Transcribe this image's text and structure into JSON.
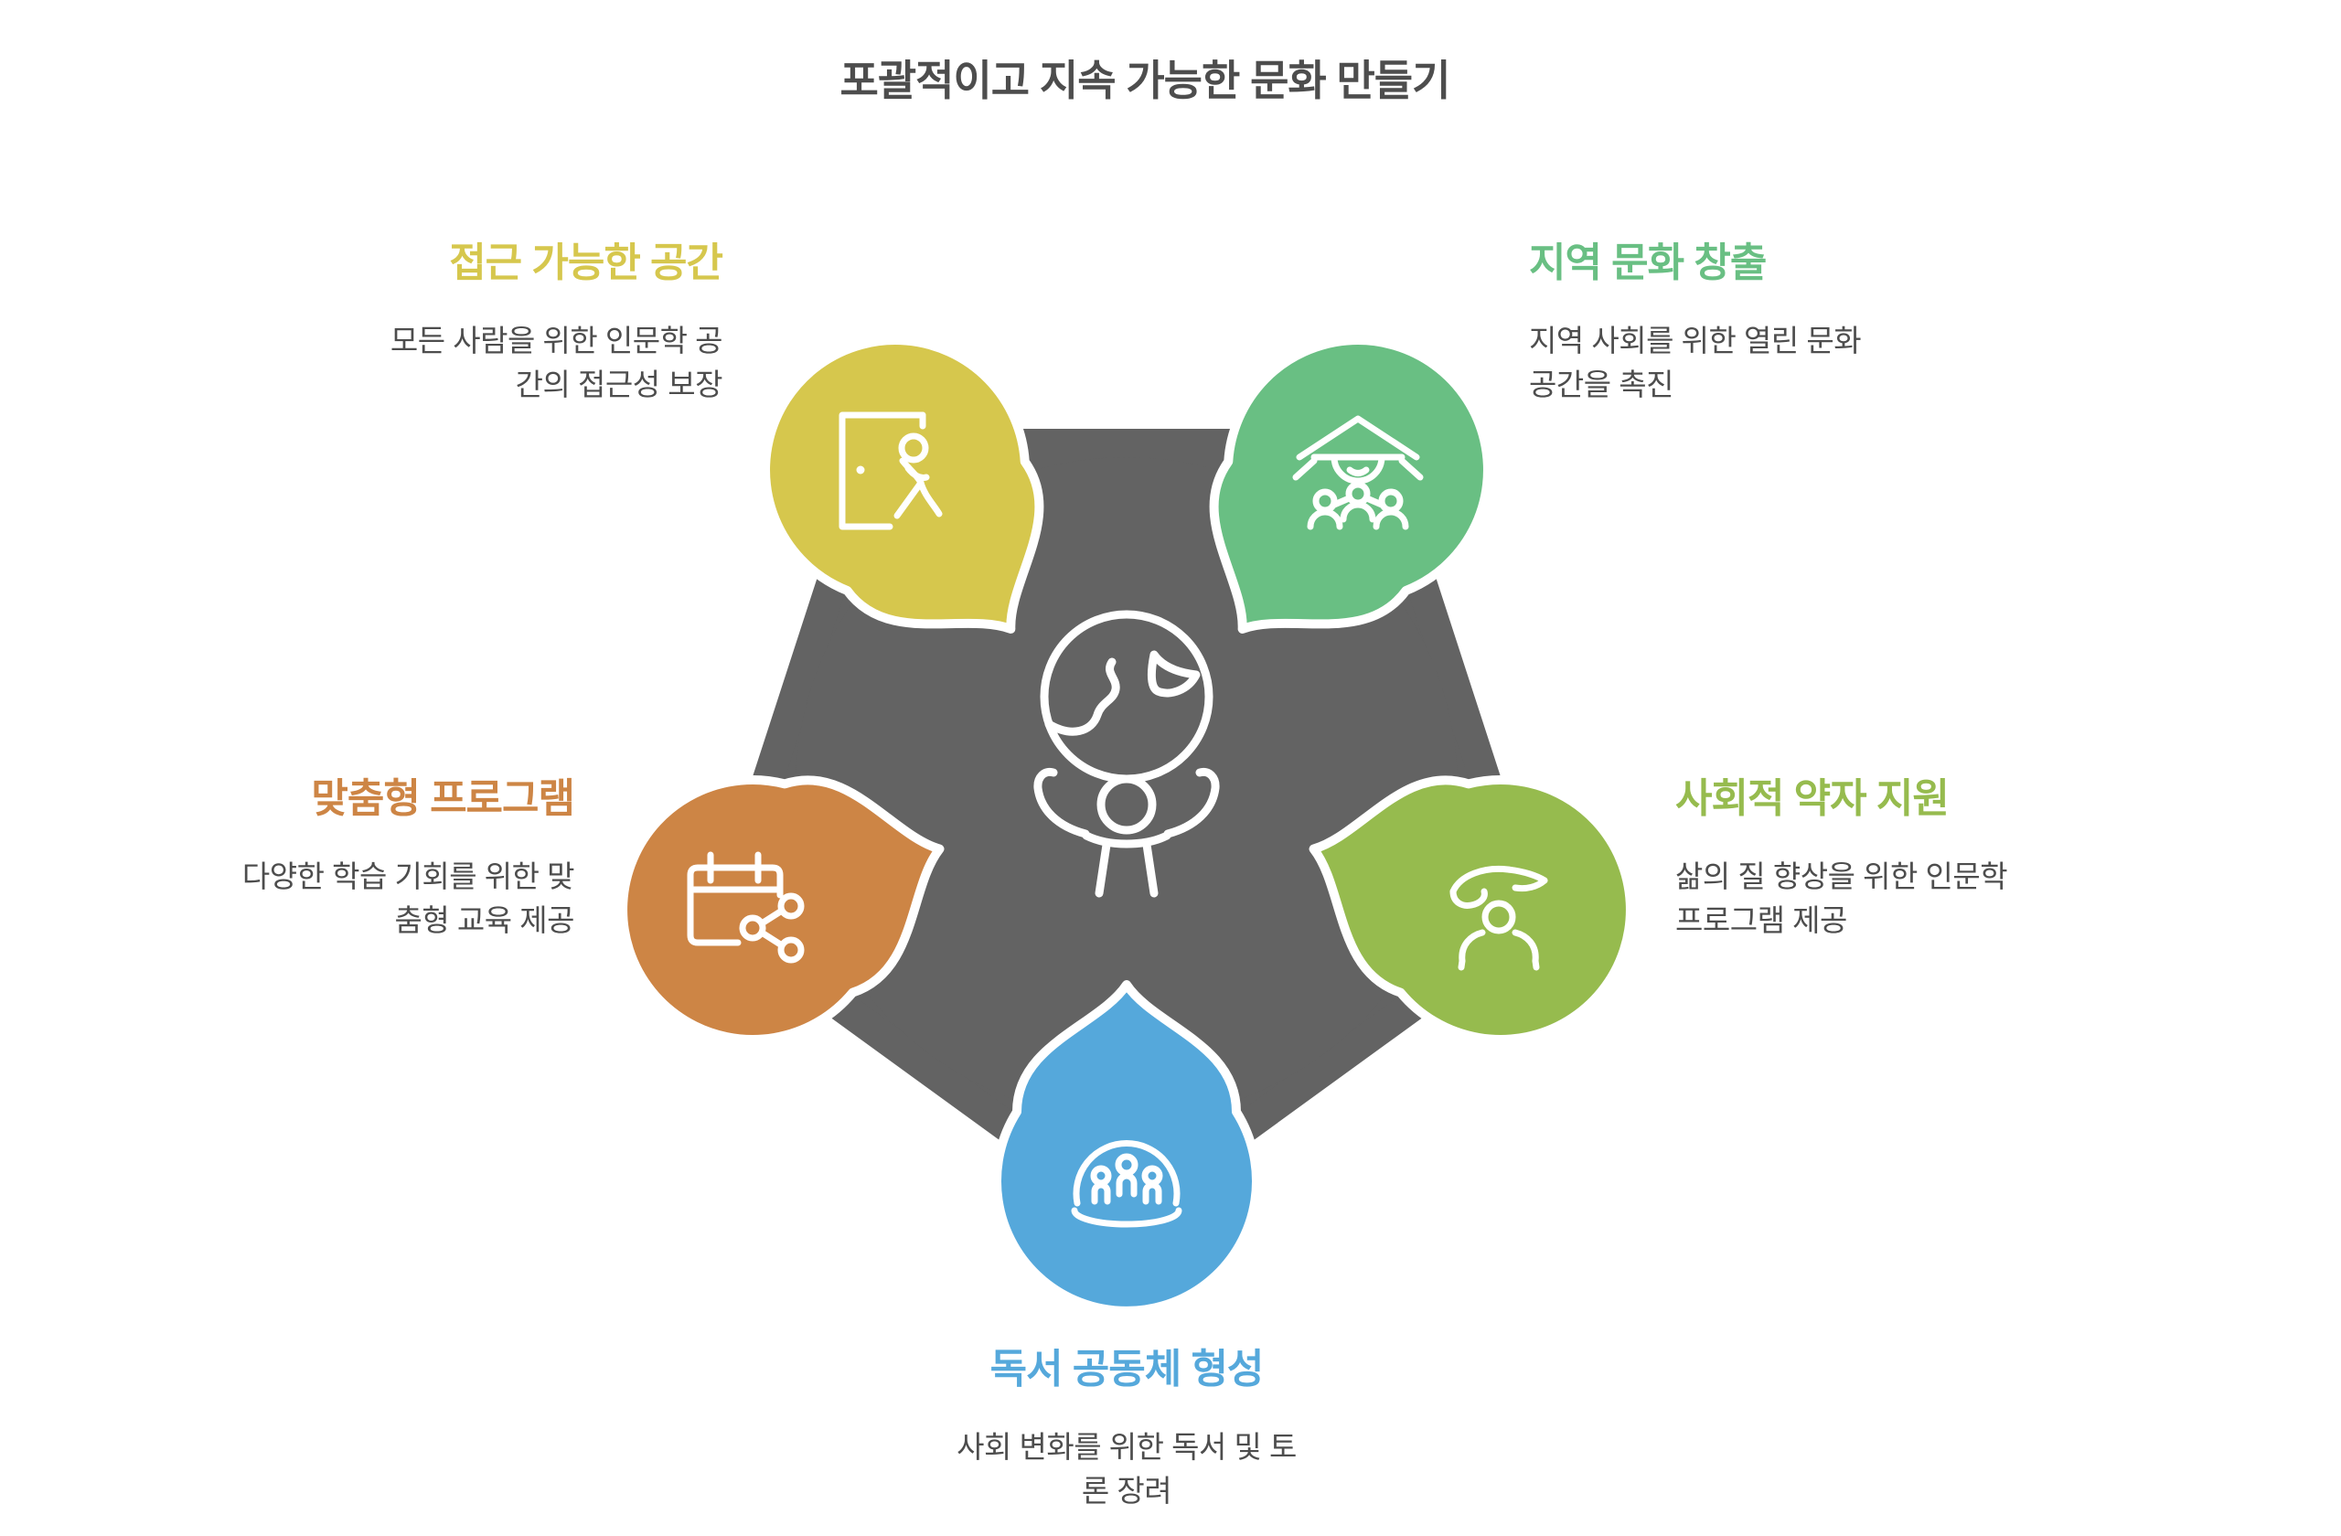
{
  "title": "포괄적이고 지속 가능한 문화 만들기",
  "colors": {
    "hub": "#636363",
    "text": "#4d4d4d",
    "background": "#ffffff",
    "petal_outline": "#ffffff"
  },
  "center": {
    "icon": "globe-person-icon"
  },
  "items": [
    {
      "id": "accessible-space",
      "position": "top-left",
      "heading": "접근 가능한 공간",
      "body": "모든 사람을 위한 인문학 공\n간의 접근성 보장",
      "color": "#d6c74d",
      "icon": "door-walk-icon"
    },
    {
      "id": "local-culture",
      "position": "top-right",
      "heading": "지역 문화 창출",
      "body": "지역 사회를 위한 열린 문화\n공간을 촉진",
      "color": "#69bf83",
      "icon": "pavilion-people-icon"
    },
    {
      "id": "custom-programs",
      "position": "left",
      "heading": "맞춤형 프로그램",
      "body": "다양한 학습 기회를 위한 맞\n춤형 교육 제공",
      "color": "#cd8545",
      "icon": "calendar-share-icon"
    },
    {
      "id": "support-vulnerable",
      "position": "right",
      "heading": "사회적 약자 지원",
      "body": "삶의 질 향상을 위한 인문학\n프로그램 제공",
      "color": "#96bb4e",
      "icon": "hand-care-icon"
    },
    {
      "id": "reading-community",
      "position": "bottom",
      "heading": "독서 공동체 형성",
      "body": "사회 변화를 위한 독서 및 토\n론 장려",
      "color": "#55a8db",
      "icon": "people-dome-icon"
    }
  ]
}
